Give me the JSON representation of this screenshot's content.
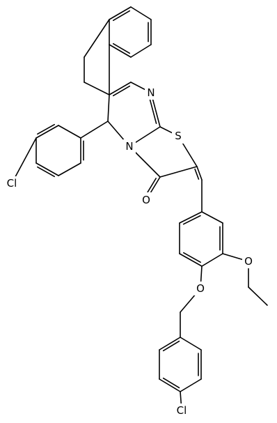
{
  "figure": {
    "background_color": "#ffffff",
    "bond_color": "#000000",
    "atom_labels": {
      "n_imine": "N",
      "n_ring": "N",
      "s": "S",
      "o_carbonyl": "O",
      "o_ethoxy": "O",
      "o_benzyloxy": "O",
      "cl_top": "Cl",
      "cl_bottom": "Cl"
    }
  }
}
